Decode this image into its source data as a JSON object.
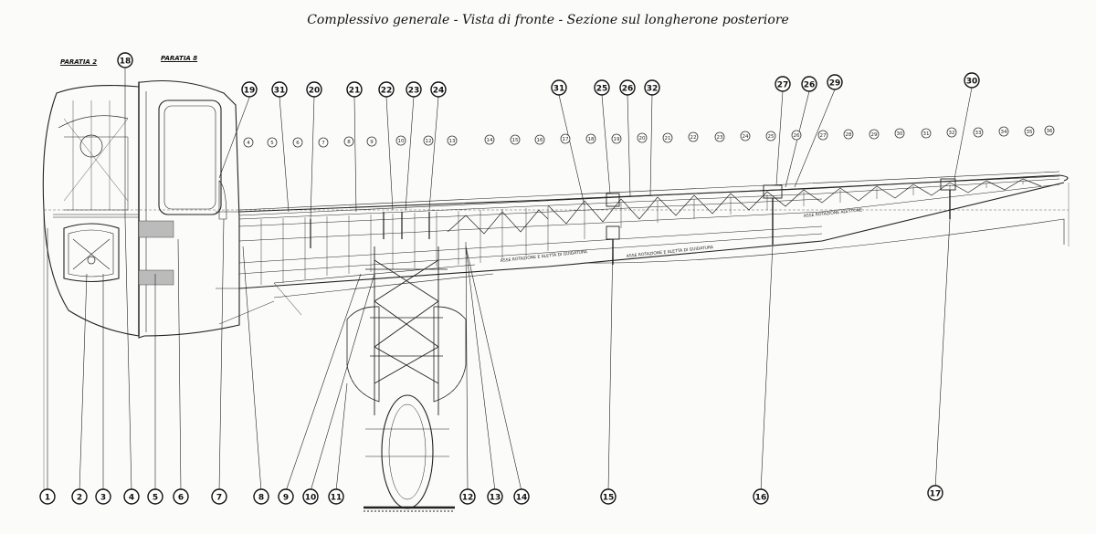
{
  "title": "Complessivo generale - Vista di fronte - Sezione sul longherone posteriore",
  "frame_labels": [
    "PARATIA 2",
    "PARATIA 8"
  ],
  "axis_notes": [
    "ASSE ROTAZIONE E ALETTA DI GUIDATURA",
    "ASSE ROTAZIONE E ALETTA DI GUIDATURA",
    "ASSE ROTAZIONE ALETTONE"
  ],
  "top_callouts": [
    "18",
    "19",
    "31",
    "20",
    "21",
    "22",
    "23",
    "24",
    "31",
    "25",
    "26",
    "32",
    "27",
    "26",
    "29",
    "30"
  ],
  "bottom_callouts": [
    "1",
    "2",
    "3",
    "4",
    "5",
    "6",
    "7",
    "8",
    "9",
    "10",
    "11",
    "12",
    "13",
    "14",
    "15",
    "16",
    "17"
  ],
  "stations": [
    "4",
    "5",
    "6",
    "7",
    "8",
    "9",
    "10",
    "12",
    "13",
    "14",
    "15",
    "16",
    "17",
    "18",
    "19",
    "20",
    "21",
    "22",
    "23",
    "24",
    "25",
    "26",
    "27",
    "28",
    "29",
    "30",
    "31",
    "32",
    "33",
    "34",
    "35",
    "36"
  ]
}
